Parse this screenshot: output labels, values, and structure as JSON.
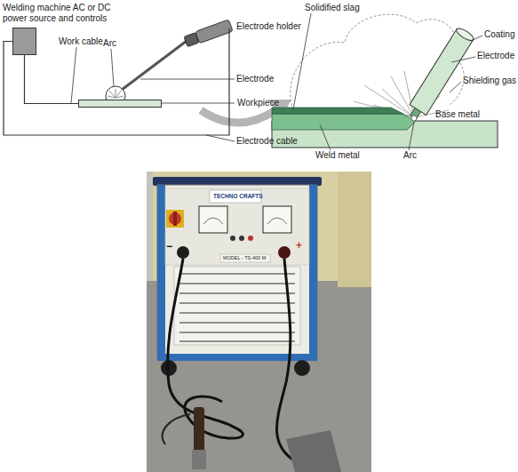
{
  "diagram": {
    "nodes": [
      {
        "text": [
          "Welding machine AC or DC power source and controls"
        ]
      },
      {
        "text": [
          "Workpiece"
        ]
      },
      {
        "text": [
          "Electrode holder"
        ]
      }
    ],
    "edges": [
      {
        "from": 0,
        "to": 1,
        "arrow": "none",
        "label": "Work cable"
      },
      {
        "from": 0,
        "to": 2,
        "arrow": "none",
        "label": "Electrode cable"
      }
    ],
    "labels": [
      "Arc",
      "Electrode",
      "Solidified slag",
      "Coating",
      "Electrode",
      "Shielding gas",
      "Base metal",
      "Weld metal",
      "Arc",
      "TECHNO CRAFTS",
      "MODEL - TS-400 M",
      "−",
      "+"
    ]
  }
}
